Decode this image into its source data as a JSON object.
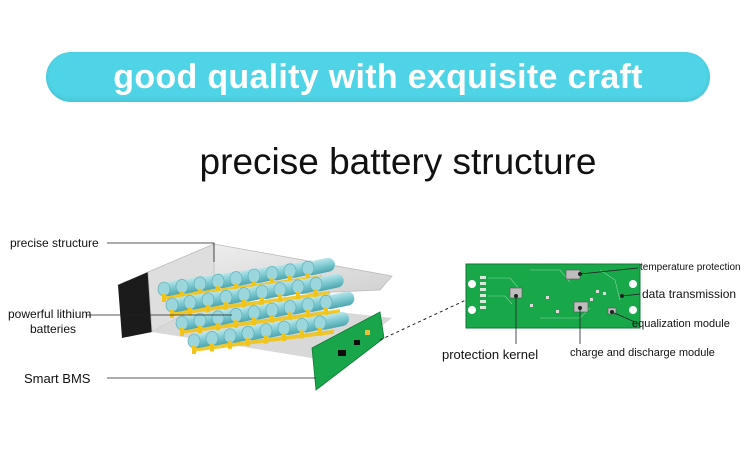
{
  "banner": {
    "text": "good quality with exquisite craft",
    "color": "#4fd3e6"
  },
  "subtitle": "precise battery structure",
  "pack_labels": {
    "structure": "precise structure",
    "cells_line1": "powerful lithium",
    "cells_line2": "batteries",
    "bms": "Smart BMS"
  },
  "board_labels": {
    "temperature": "temperature protection",
    "data": "data transmission",
    "equalization": "equalization module",
    "kernel": "protection kernel",
    "charge": "charge and discharge module"
  },
  "colors": {
    "pcb": "#18a84a",
    "cell": "#79c9d1",
    "tab": "#f0c419",
    "casing_dark": "#1a1a1a",
    "casing_light": "#e8e8e8"
  }
}
